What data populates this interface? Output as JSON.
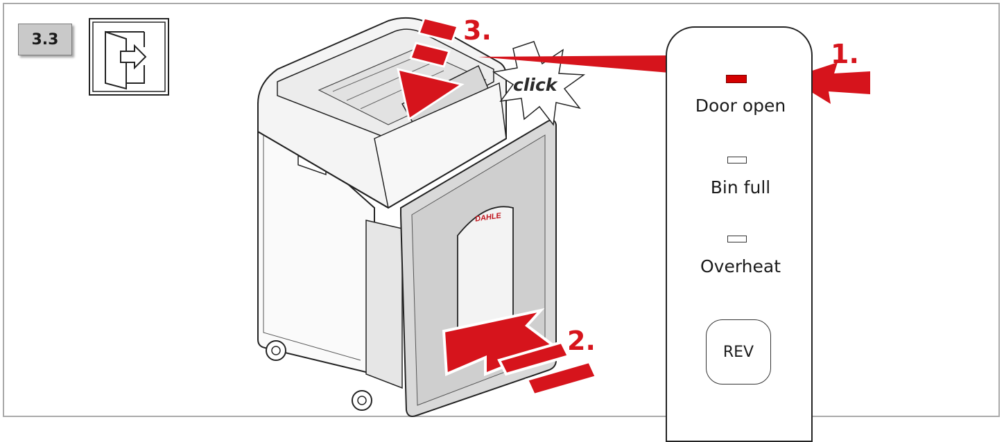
{
  "step": {
    "number": "3.3",
    "icon": "door-open-icon"
  },
  "illustration": {
    "device": "paper-shredder",
    "brand_label": "DAHLE",
    "click_label": "click",
    "arrow_color": "#d6141c"
  },
  "steps": [
    {
      "label": "1."
    },
    {
      "label": "2."
    },
    {
      "label": "3."
    }
  ],
  "control_panel": {
    "indicators": [
      {
        "label": "Door open",
        "state": "on",
        "color": "#d40000"
      },
      {
        "label": "Bin full",
        "state": "off"
      },
      {
        "label": "Overheat",
        "state": "off"
      }
    ],
    "rev_button": "REV"
  }
}
